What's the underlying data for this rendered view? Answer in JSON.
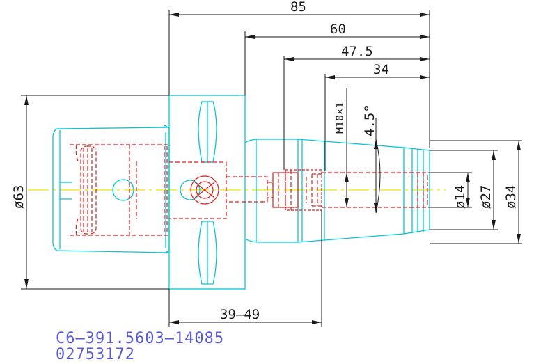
{
  "dimensions": {
    "length_total": "85",
    "length_shank": "60",
    "length_bore": "47.5",
    "length_nose": "34",
    "thread": "M10×1",
    "taper_angle": "4.5°",
    "dia_flange": "ø63",
    "dia_bore": "ø14",
    "dia_nose_small": "ø27",
    "dia_nose": "ø34",
    "adjust_range": "39–49"
  },
  "part": {
    "code": "C6–391.5603–14085",
    "serial": "02753172"
  },
  "colors": {
    "outline": "#00c8d8",
    "hidden": "#e02020",
    "centerline": "#e8e800",
    "dimension": "#1a1a1a",
    "annotation": "#5a5ad8"
  }
}
